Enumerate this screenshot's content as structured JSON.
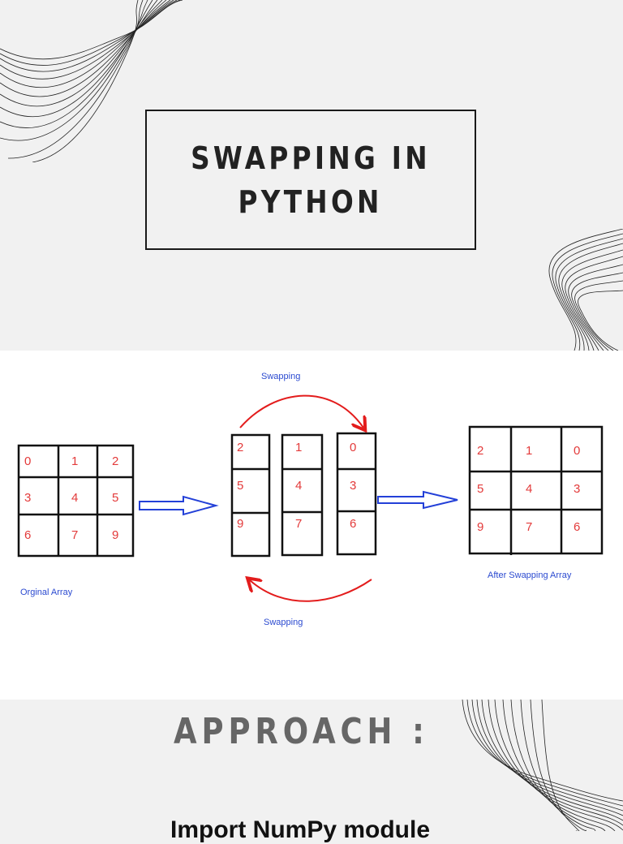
{
  "slide": {
    "title_line1": "SWAPPING IN",
    "title_line2": "PYTHON",
    "section_heading": "APPROACH :",
    "first_step": "Import NumPy module"
  },
  "diagram": {
    "top_label": "Swapping",
    "bottom_label": "Swapping",
    "original_label": "Orginal Array",
    "after_label": "After Swapping Array",
    "original_array": [
      [
        "0",
        "1",
        "2"
      ],
      [
        "3",
        "4",
        "5"
      ],
      [
        "6",
        "7",
        "9"
      ]
    ],
    "middle_columns": [
      [
        "2",
        "5",
        "9"
      ],
      [
        "1",
        "4",
        "7"
      ],
      [
        "0",
        "3",
        "6"
      ]
    ],
    "result_array": [
      [
        "2",
        "1",
        "0"
      ],
      [
        "5",
        "4",
        "3"
      ],
      [
        "9",
        "7",
        "6"
      ]
    ],
    "colors": {
      "numbers": "#e33a3a",
      "labels": "#2b4ad0",
      "swap_arrows": "#e31c1c",
      "flow_arrows": "#2340d8"
    }
  }
}
